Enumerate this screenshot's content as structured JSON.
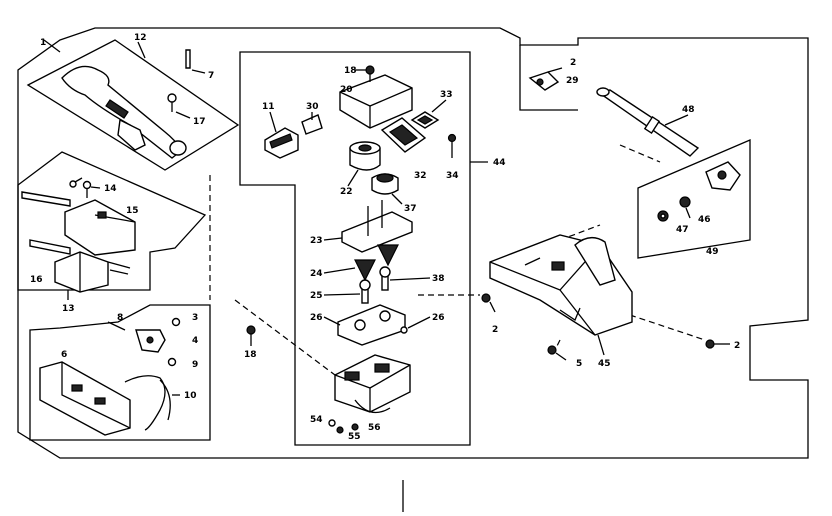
{
  "labels": {
    "l1": "1",
    "l12": "12",
    "l7": "7",
    "l17": "17",
    "l14": "14",
    "l15": "15",
    "l16": "16",
    "l13": "13",
    "l8": "8",
    "l3": "3",
    "l4": "4",
    "l9": "9",
    "l6": "6",
    "l10": "10",
    "l18a": "18",
    "l18b": "18",
    "l20": "20",
    "l11": "11",
    "l30": "30",
    "l33": "33",
    "l32": "32",
    "l34": "34",
    "l22": "22",
    "l37": "37",
    "l23": "23",
    "l24": "24",
    "l38": "38",
    "l25": "25",
    "l26a": "26",
    "l26b": "26",
    "l44": "44",
    "l54": "54",
    "l55": "55",
    "l56": "56",
    "l2a": "2",
    "l29": "29",
    "l48": "48",
    "l46": "46",
    "l47": "47",
    "l49": "49",
    "l2b": "2",
    "l5": "5",
    "l45": "45",
    "l2c": "2"
  }
}
